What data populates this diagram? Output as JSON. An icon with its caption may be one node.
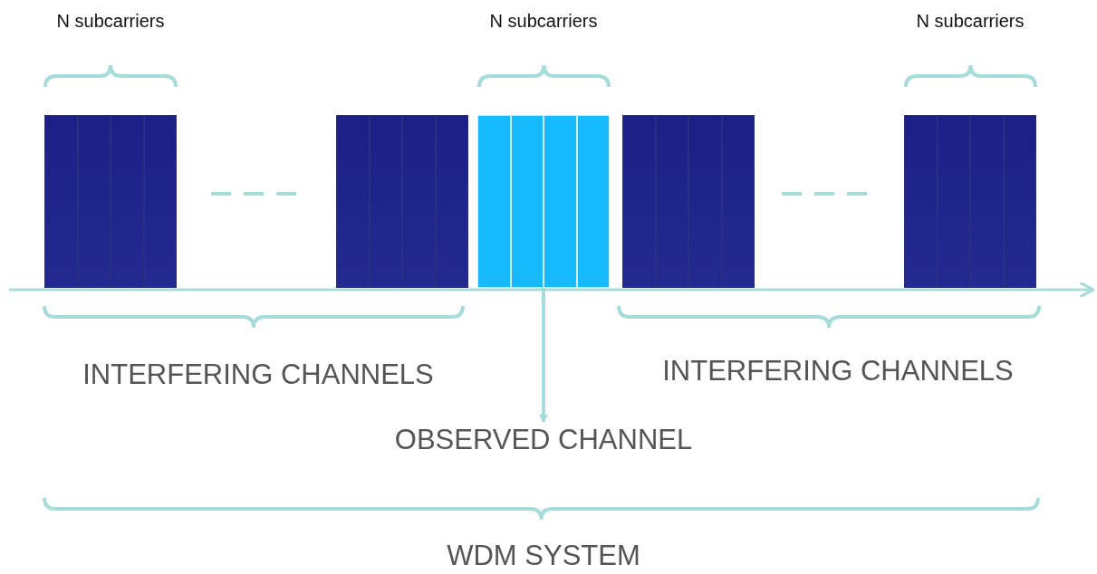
{
  "diagram": {
    "nodes": [
      {
        "text": [],
        "shape": "box"
      },
      {
        "text": [
          "OBSERVED CHANNEL"
        ]
      }
    ],
    "edges": [
      {
        "from": 0,
        "to": 1,
        "arrow": "to"
      }
    ],
    "labels": [
      "N subcarriers",
      "N subcarriers",
      "N subcarriers",
      "INTERFERING CHANNELS",
      "INTERFERING CHANNELS",
      "WDM SYSTEM"
    ]
  }
}
